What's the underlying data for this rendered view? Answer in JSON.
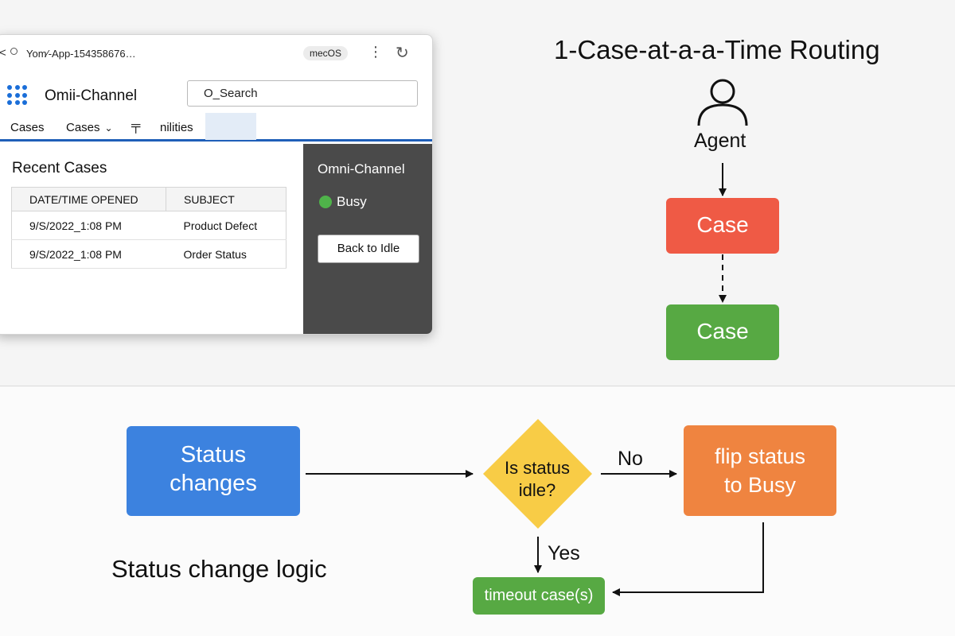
{
  "browser": {
    "url": "Yom⁄-App-154358676…",
    "os_badge": "mecOS",
    "app_name": "Omii-Channel",
    "search_value": "O_Search",
    "tabs": [
      {
        "label": "Cases"
      },
      {
        "label": "Cases"
      },
      {
        "label": "╤"
      },
      {
        "label": "nilities"
      }
    ]
  },
  "recent_cases": {
    "title": "Recent Cases",
    "columns": [
      "DATE/TIME OPENED",
      "SUBJECT"
    ],
    "rows": [
      [
        "9/S/2022_1:08 PM",
        "Product Defect"
      ],
      [
        "9/S/2022_1:08 PM",
        "Order Status"
      ]
    ]
  },
  "omni_panel": {
    "title": "Omni-Channel",
    "status": "Busy",
    "status_color": "#4fb34a",
    "button_label": "Back to Idle"
  },
  "routing": {
    "title": "1-Case-at-a-a-Time Routing",
    "agent_label": "Agent",
    "case_1": {
      "label": "Case",
      "color": "#ef5a45"
    },
    "case_2": {
      "label": "Case",
      "color": "#57a943"
    }
  },
  "flowchart": {
    "title": "Status change logic",
    "start": {
      "line1": "Status",
      "line2": "changes",
      "color": "#3c82df"
    },
    "decision": {
      "line1": "Is status",
      "line2": "idle?",
      "color": "#f8cc46"
    },
    "no_label": "No",
    "yes_label": "Yes",
    "busy": {
      "line1": "flip status",
      "line2": "to Busy",
      "color": "#ef8440"
    },
    "timeout": {
      "label": "timeout case(s)",
      "color": "#57a943"
    }
  }
}
